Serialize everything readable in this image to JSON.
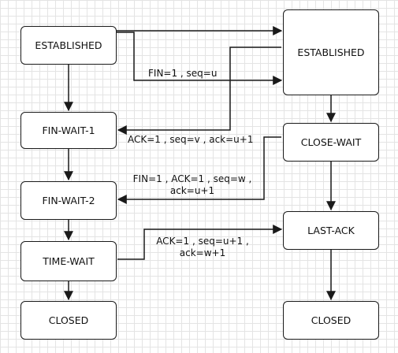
{
  "diagram": {
    "left_states": {
      "established": "ESTABLISHED",
      "fin_wait_1": "FIN-WAIT-1",
      "fin_wait_2": "FIN-WAIT-2",
      "time_wait": "TIME-WAIT",
      "closed": "CLOSED"
    },
    "right_states": {
      "established": "ESTABLISHED",
      "close_wait": "CLOSE-WAIT",
      "last_ack": "LAST-ACK",
      "closed": "CLOSED"
    },
    "messages": {
      "fin": "FIN=1 , seq=u",
      "ack": "ACK=1 , seq=v , ack=u+1",
      "fin_ack_line1": "FIN=1 , ACK=1 , seq=w ,",
      "fin_ack_line2": "ack=u+1",
      "last_ack_line1": "ACK=1 , seq=u+1 ,",
      "last_ack_line2": "ack=w+1"
    }
  }
}
